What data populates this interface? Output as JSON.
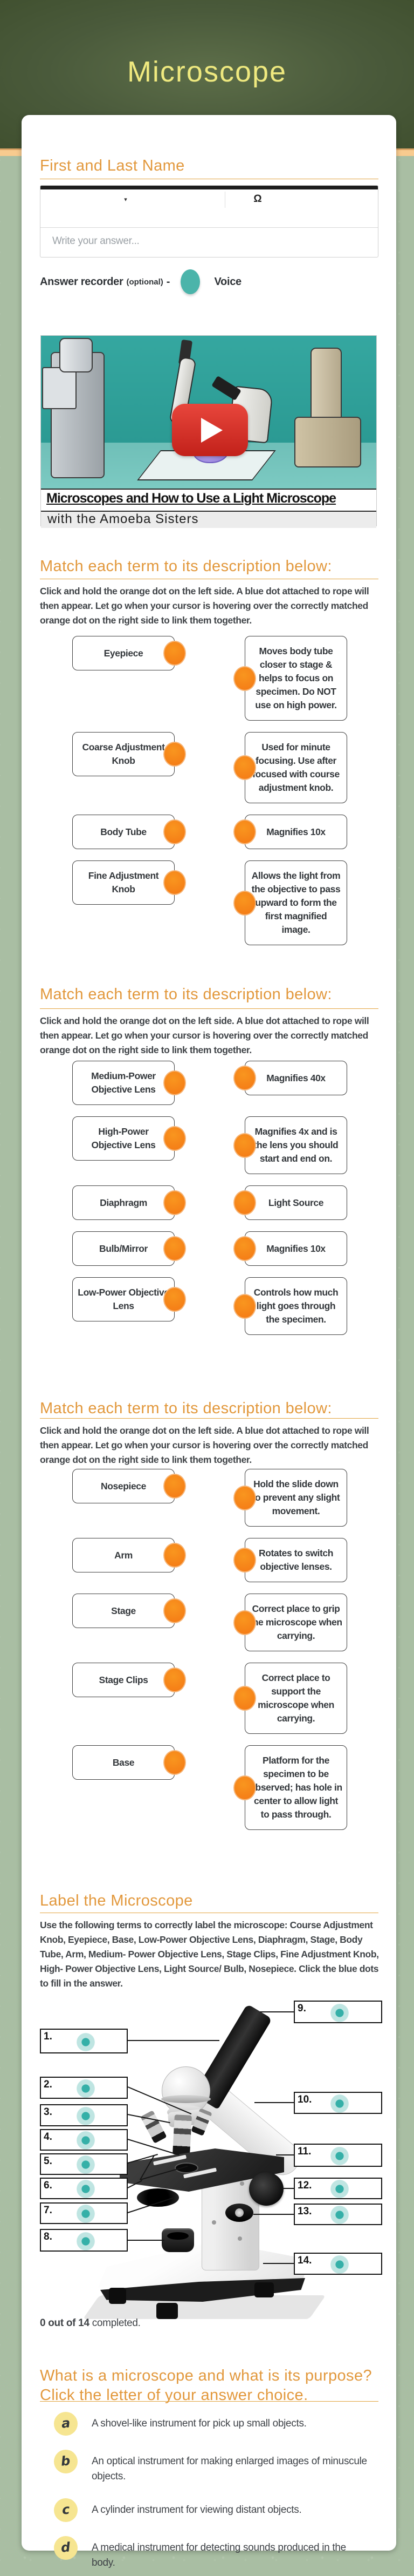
{
  "header": {
    "title": "Microscope"
  },
  "name_section": {
    "label": "First and Last Name",
    "toolbar": {
      "dropdown_icon": "▾",
      "omega_icon": "Ω"
    },
    "input_placeholder": "Write your answer..."
  },
  "recorder": {
    "label": "Answer recorder",
    "optional": "(optional)",
    "dash": "-",
    "button": "Voice"
  },
  "video": {
    "title_line1": "Microscopes and How to Use a Light Microscope",
    "title_line2": "with the Amoeba Sisters"
  },
  "match_sections": [
    {
      "heading": "Match each term to its description below:",
      "instructions": "Click and hold the orange dot on the left side. A blue dot attached to rope will then appear. Let go when your cursor is hovering over the correctly matched orange dot on the right side to link them together.",
      "pairs": [
        {
          "term": "Eyepiece",
          "description": "Moves body tube closer to stage & helps to focus on specimen. Do NOT use on high power."
        },
        {
          "term": "Coarse Adjustment Knob",
          "description": "Used for minute focusing. Use after focused with course adjustment knob."
        },
        {
          "term": "Body Tube",
          "description": "Magnifies 10x"
        },
        {
          "term": "Fine Adjustment Knob",
          "description": "Allows the light from the objective to pass upward to form the first magnified image."
        }
      ]
    },
    {
      "heading": "Match each term to its description below:",
      "instructions": "Click and hold the orange dot on the left side. A blue dot attached to rope will then appear. Let go when your cursor is hovering over the correctly matched orange dot on the right side to link them together.",
      "pairs": [
        {
          "term": "Medium-Power Objective Lens",
          "description": "Magnifies 40x"
        },
        {
          "term": "High-Power Objective Lens",
          "description": "Magnifies 4x and is the lens you should start and end on."
        },
        {
          "term": "Diaphragm",
          "description": "Light Source"
        },
        {
          "term": "Bulb/Mirror",
          "description": "Magnifies 10x"
        },
        {
          "term": "Low-Power Objective Lens",
          "description": "Controls how much light goes through the specimen."
        }
      ]
    },
    {
      "heading": "Match each term to its description below:",
      "instructions": "Click and hold the orange dot on the left side. A blue dot attached to rope will then appear. Let go when your cursor is hovering over the correctly matched orange dot on the right side to link them together.",
      "pairs": [
        {
          "term": "Nosepiece",
          "description": "Hold the slide down to prevent any slight movement."
        },
        {
          "term": "Arm",
          "description": "Rotates to switch objective lenses."
        },
        {
          "term": "Stage",
          "description": "Correct place to grip the microscope when carrying."
        },
        {
          "term": "Stage Clips",
          "description": "Correct place to support the microscope when carrying."
        },
        {
          "term": "Base",
          "description": "Platform for the specimen to be observed; has hole in center to allow light to pass through."
        }
      ]
    }
  ],
  "label_section": {
    "heading": "Label the Microscope",
    "instructions": "Use the following terms to correctly label the microscope:  Course Adjustment Knob, Eyepiece, Base, Low-Power Objective Lens, Diaphragm, Stage, Body Tube, Arm, Medium- Power Objective Lens, Stage Clips, Fine Adjustment Knob, High- Power Objective Lens, Light Source/ Bulb, Nosepiece. Click the blue dots to fill in the answer.",
    "labels": [
      "1.",
      "2.",
      "3.",
      "4.",
      "5.",
      "6.",
      "7.",
      "8.",
      "9.",
      "10.",
      "11.",
      "12.",
      "13.",
      "14."
    ],
    "progress_bold": "0 out of 14",
    "progress_rest": " completed."
  },
  "mcq": {
    "heading": "What is a microscope and what is its purpose? Click the letter of your answer choice.",
    "options": [
      {
        "letter": "a",
        "text": "A shovel-like instrument for pick up small objects."
      },
      {
        "letter": "b",
        "text": "An optical instrument for making enlarged images of minuscule objects."
      },
      {
        "letter": "c",
        "text": "A cylinder instrument for viewing distant objects."
      },
      {
        "letter": "d",
        "text": "A medical instrument for detecting sounds produced in the body."
      }
    ]
  },
  "colors": {
    "header_green": "#4a5a3b",
    "page_background": "#a9bea3",
    "gold_stripe": "#f8cb8f",
    "accent_orange": "#e2983c",
    "match_dot_orange": "#f5831f",
    "teal_accent": "#4bb4aa",
    "blue_dot_teal": "#35b0a8",
    "option_circle_yellow": "#f6e591",
    "video_teal": "#2b9a93",
    "youtube_red": "#c2211a"
  }
}
